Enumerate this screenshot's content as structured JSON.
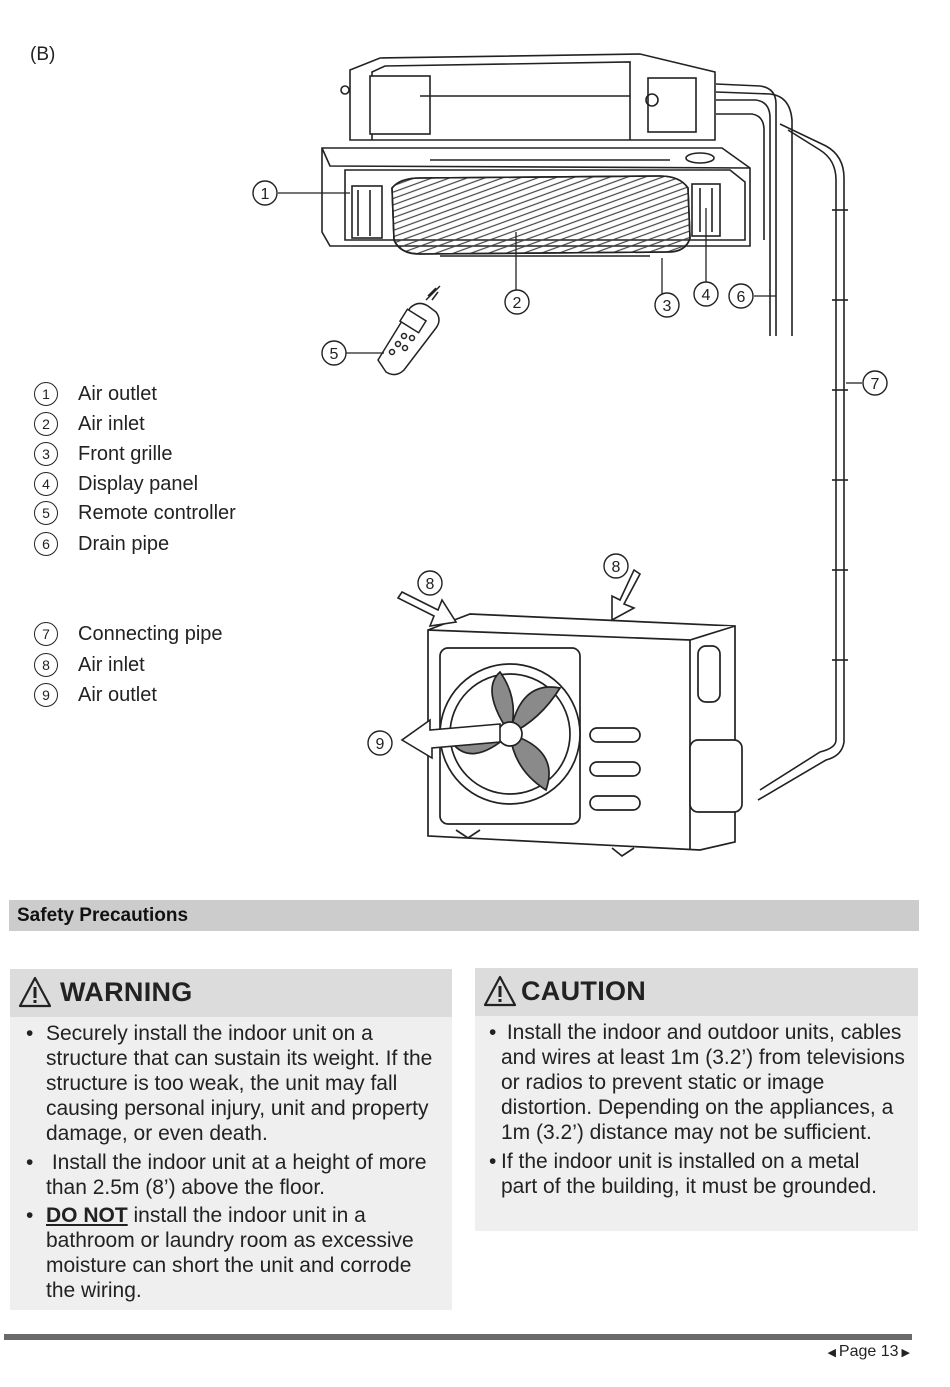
{
  "section_label": "(B)",
  "callouts": [
    "1",
    "2",
    "3",
    "4",
    "5",
    "6",
    "7",
    "8",
    "8",
    "9"
  ],
  "legend": [
    {
      "num": "1",
      "label": "Air outlet"
    },
    {
      "num": "2",
      "label": "Air inlet"
    },
    {
      "num": "3",
      "label": "Front grille"
    },
    {
      "num": "4",
      "label": "Display panel"
    },
    {
      "num": "5",
      "label": "Remote controller"
    },
    {
      "num": "6",
      "label": "Drain pipe"
    },
    {
      "num": "7",
      "label": "Connecting pipe"
    },
    {
      "num": "8",
      "label": "Air inlet"
    },
    {
      "num": "9",
      "label": "Air outlet"
    }
  ],
  "safety": {
    "title": "Safety Precautions"
  },
  "warning": {
    "title": "WARNING",
    "icon": "warning-triangle-icon",
    "items": [
      {
        "lines": [
          "Securely install the indoor unit on a",
          "structure that can sustain its weight. If the",
          "structure is too weak, the unit may fall",
          "causing personal injury, unit and property",
          "damage, or even death."
        ]
      },
      {
        "lines": [
          " Install the indoor unit at a height of more",
          "than 2.5m (8’) above the floor."
        ]
      },
      {
        "emphasis": "DO NOT",
        "first_line_rest": " install the indoor unit in a",
        "lines": [
          "bathroom or laundry room as excessive",
          "moisture can short the unit and corrode",
          "the wiring."
        ]
      }
    ]
  },
  "caution": {
    "title": "CAUTION",
    "icon": "warning-triangle-icon",
    "items": [
      {
        "lines": [
          " Install the indoor and outdoor units, cables",
          "and wires at least 1m (3.2’) from televisions",
          "or radios to prevent static or image",
          "distortion. Depending on the appliances, a",
          "1m (3.2’) distance may not be sufficient."
        ]
      },
      {
        "lines": [
          "If the indoor unit is installed on a metal",
          "part of the building, it must be grounded."
        ]
      }
    ]
  },
  "footer": {
    "page_label": "Page 13",
    "prev_icon": "triangle-left-icon",
    "next_icon": "triangle-right-icon"
  }
}
